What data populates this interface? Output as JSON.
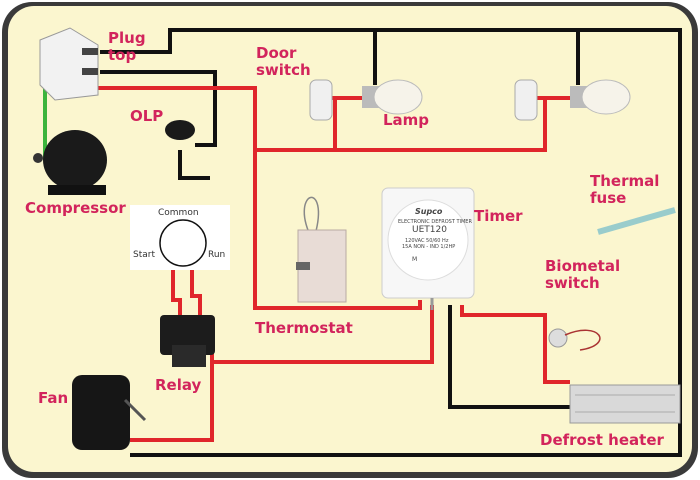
{
  "labels": {
    "plug_top": "Plug\ntop",
    "door_switch": "Door\nswitch",
    "lamp": "Lamp",
    "olp": "OLP",
    "compressor": "Compressor",
    "thermal_fuse": "Thermal\nfuse",
    "timer": "Timer",
    "biometal_switch": "Biometal\nswitch",
    "thermostat": "Thermostat",
    "relay": "Relay",
    "fan": "Fan",
    "defrost_heater": "Defrost heater"
  },
  "terminal_diagram": {
    "common": "Common",
    "start": "Start",
    "run": "Run"
  },
  "timer_face": {
    "brand": "Supco",
    "type": "ELECTRONIC DEFROST TIMER",
    "model": "UET120",
    "rating1": "120VAC 50/60 Hz",
    "rating2": "15A NON - IND 1/2HP",
    "motor": "M"
  },
  "colors": {
    "live": "#e0262b",
    "neutral": "#111111",
    "earth": "#3cb43c",
    "label": "#d2245c",
    "background": "#fbf6cf"
  }
}
